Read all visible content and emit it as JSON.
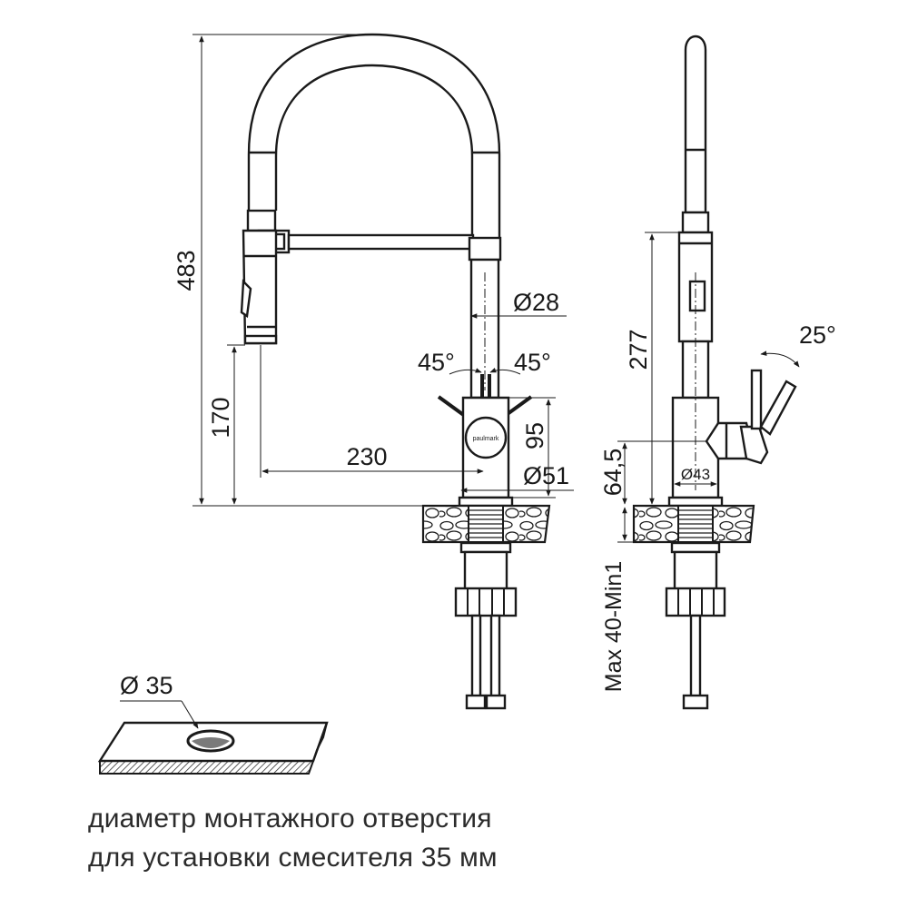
{
  "dimensions": {
    "total_height": "483",
    "spout_height": "170",
    "reach": "230",
    "spout_diameter": "Ø28",
    "handle_angle_left": "45°",
    "handle_angle_right": "45°",
    "handle_height": "95",
    "base_diameter": "Ø51",
    "side_height": "277",
    "side_angle": "25°",
    "base_height": "64,5",
    "side_base_diameter": "Ø43",
    "countertop_thickness": "Max 40-Min1",
    "hole_diameter": "Ø 35"
  },
  "brand_logo_text": "paulmark",
  "caption": {
    "line1": "диаметр монтажного отверстия",
    "line2": "для установки смесителя 35 мм"
  }
}
